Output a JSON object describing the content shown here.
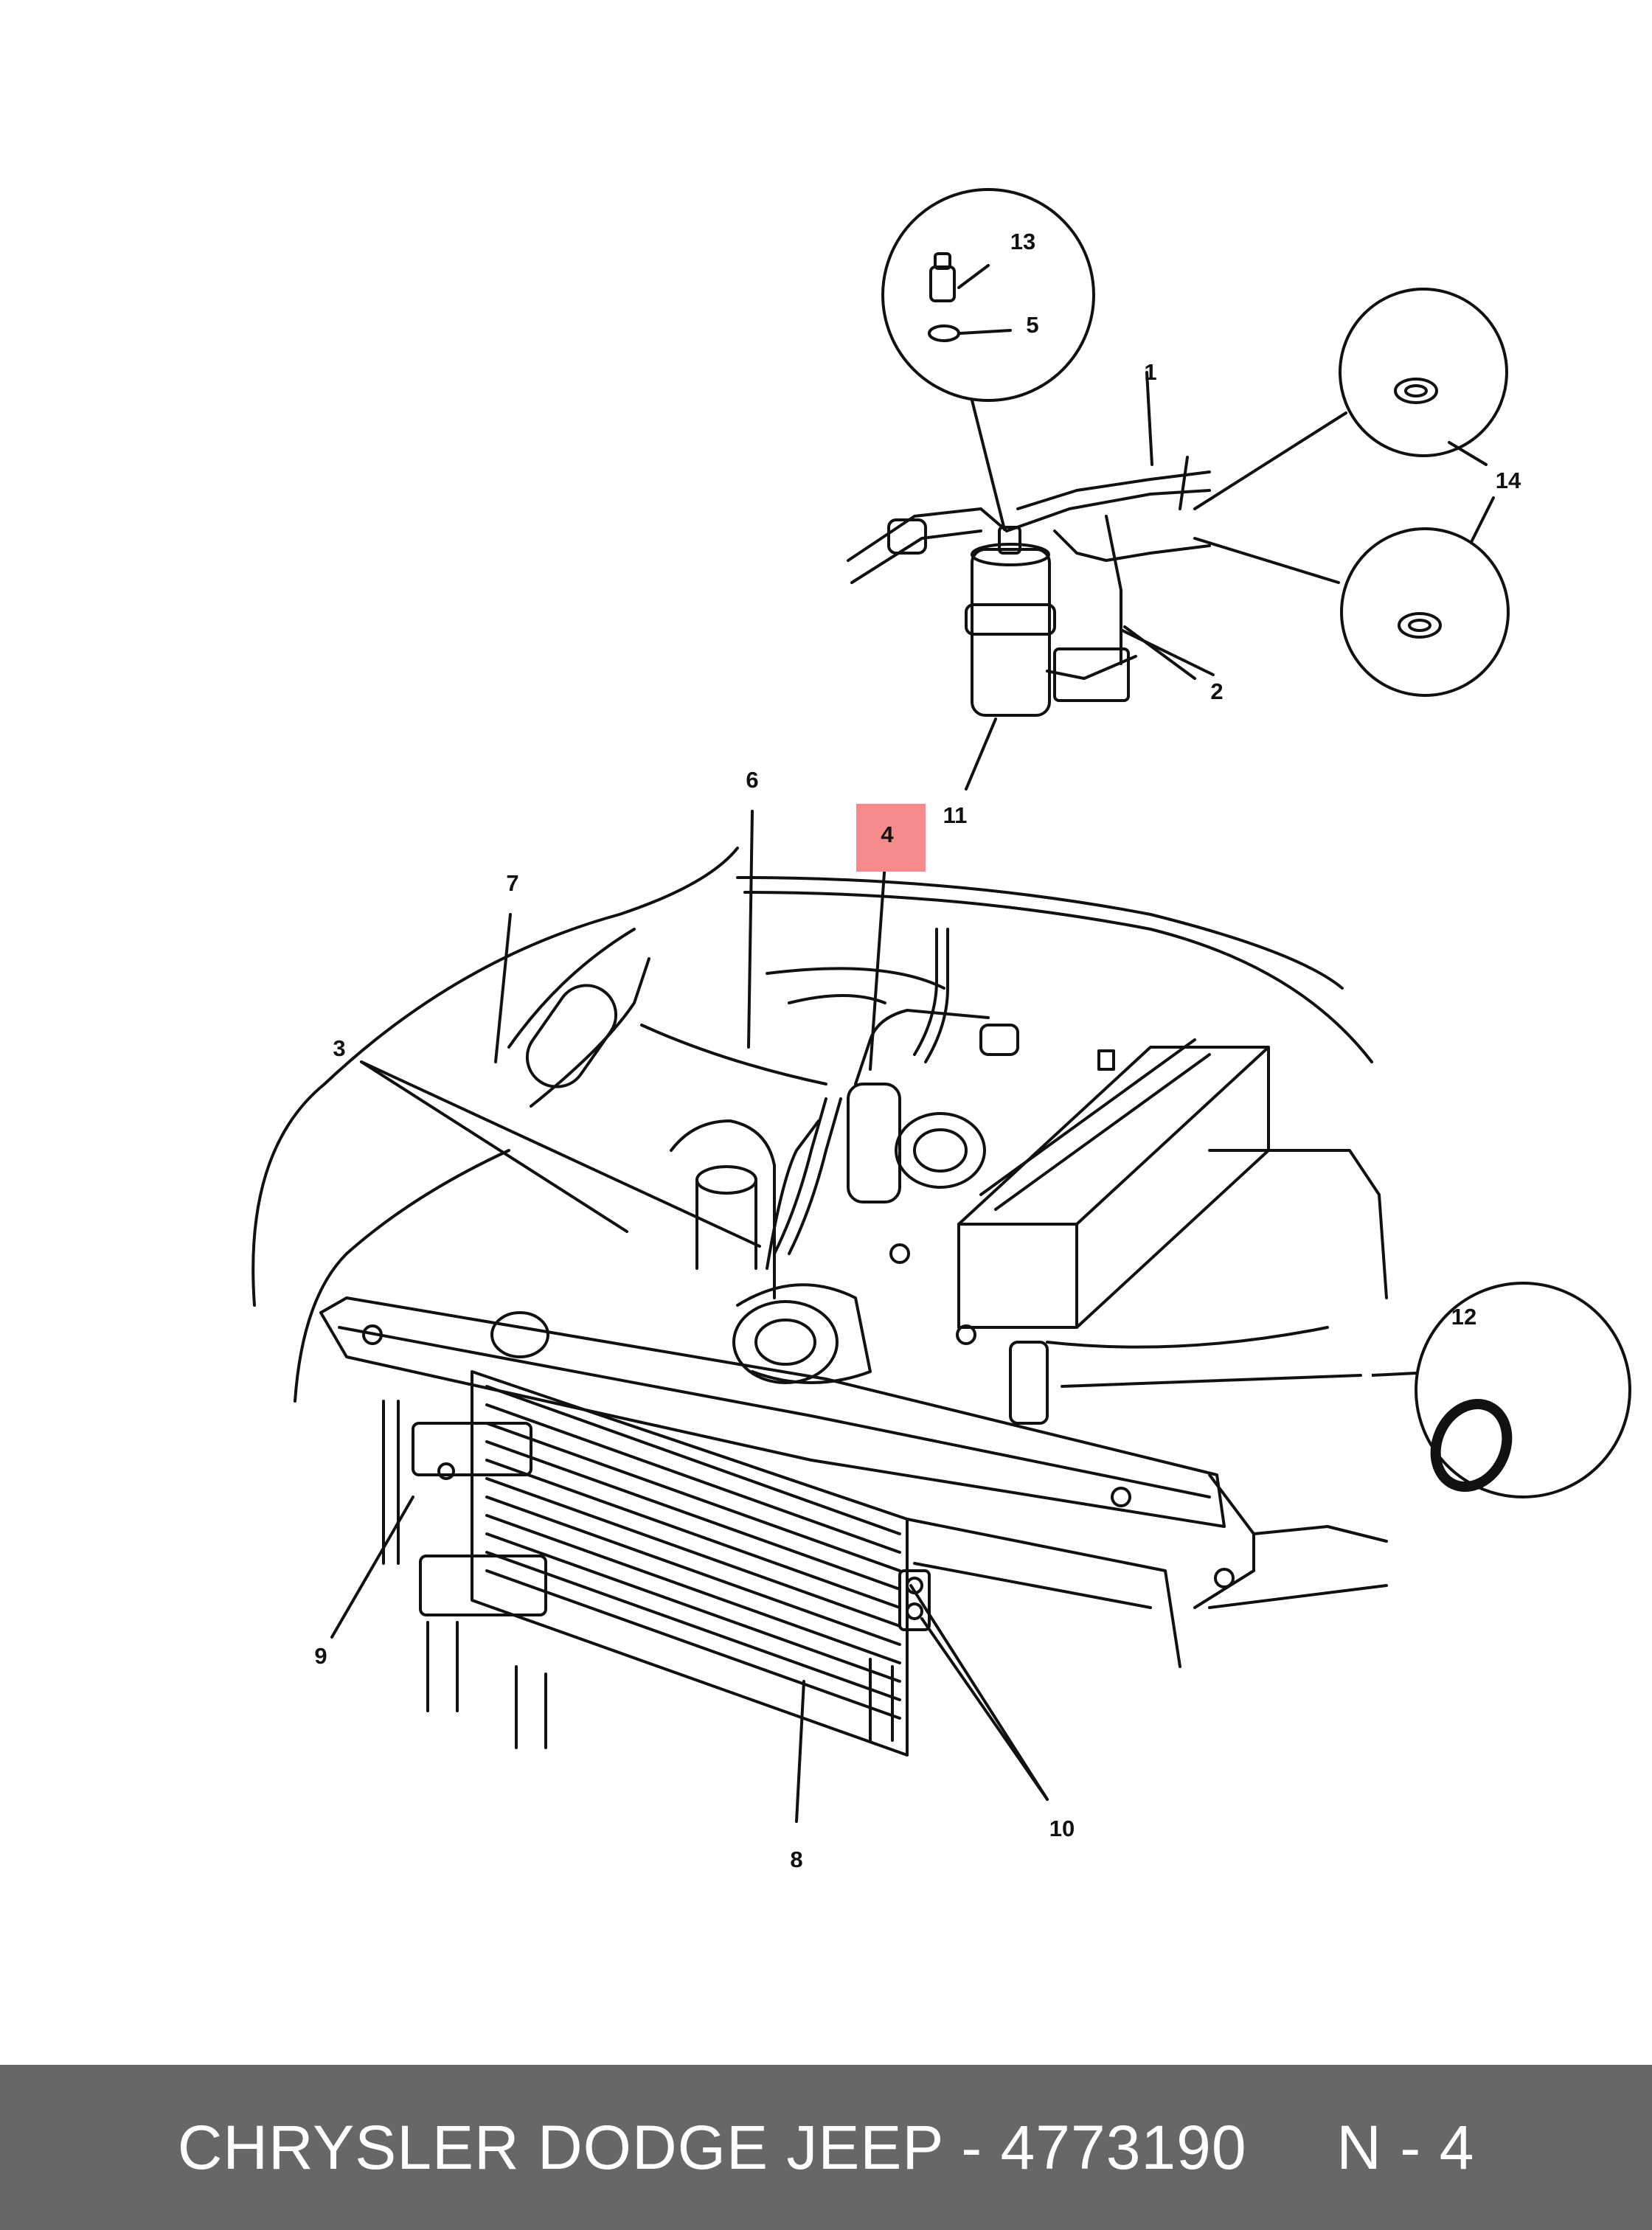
{
  "callouts": {
    "c1": "1",
    "c2": "2",
    "c3": "3",
    "c4": "4",
    "c5": "5",
    "c6": "6",
    "c7": "7",
    "c8": "8",
    "c9": "9",
    "c10": "10",
    "c11": "11",
    "c12": "12",
    "c13": "13",
    "c14": "14"
  },
  "highlight_color": "#f78a8a",
  "footer": {
    "text": "CHRYSLER DODGE JEEP - 4773190     N - 4",
    "background": "#676767"
  }
}
